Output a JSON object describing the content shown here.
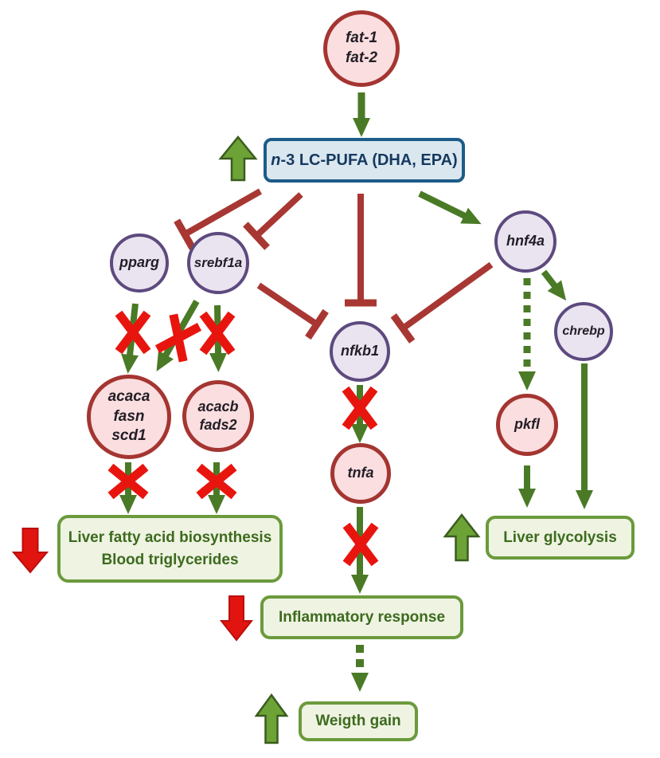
{
  "nodes": {
    "fat": {
      "label": "fat-1\nfat-2"
    },
    "pufa": {
      "italic_prefix": "n",
      "label_rest": "-3 LC-PUFA (DHA, EPA)"
    },
    "pparg": {
      "label": "pparg"
    },
    "srebf1a": {
      "label": "srebf1a"
    },
    "hnf4a": {
      "label": "hnf4a"
    },
    "nfkb1": {
      "label": "nfkb1"
    },
    "chrebp": {
      "label": "chrebp"
    },
    "lipo1": {
      "label": "acaca\nfasn\nscd1"
    },
    "lipo2": {
      "label": "acacb\nfads2"
    },
    "pkfl": {
      "label": "pkfl"
    },
    "tnfa": {
      "label": "tnfa"
    }
  },
  "outcomes": {
    "fatty_acid": {
      "label": "Liver fatty acid biosynthesis\nBlood triglycerides"
    },
    "glycolysis": {
      "label": "Liver glycolysis"
    },
    "inflammatory": {
      "label": "Inflammatory response"
    },
    "weight_gain": {
      "label": "Weigth gain"
    }
  },
  "icons": {
    "increase": "green-up-block-arrow",
    "decrease": "red-down-block-arrow",
    "blocked": "red-x-mark",
    "inhibition": "red-t-bar-line",
    "activation": "green-arrow",
    "indirect_activation": "green-dashed-arrow"
  },
  "colors": {
    "redBorder": "#a43531",
    "pinkFill": "#fbdee0",
    "purpleBorder": "#5d4a7e",
    "purpleFill": "#eae4f1",
    "blueBorder": "#1d5c88",
    "blueFill": "#dbe7ef",
    "blueText": "#15395f",
    "greenBorder": "#6b9a3c",
    "greenFill": "#eff3e2",
    "greenText": "#3c6b1e",
    "arrowGreen": "#4a7a26",
    "blockGreen": "#6da237",
    "blockGreenBorder": "#3a5c1e",
    "inhibitRed": "#a83733",
    "brightRed": "#e8150f",
    "blockRed": "#e11410"
  }
}
